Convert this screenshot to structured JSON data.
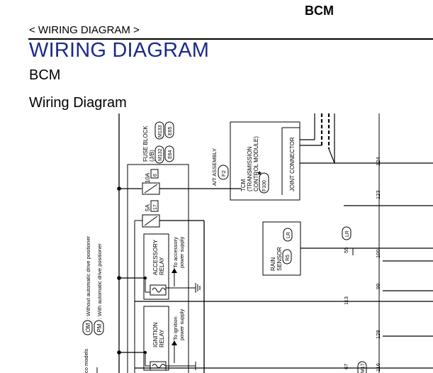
{
  "page": {
    "header_label": "BCM",
    "breadcrumb": "< WIRING DIAGRAM >",
    "title": "WIRING DIAGRAM",
    "section": "BCM",
    "subsection": "Wiring Diagram"
  },
  "diagram": {
    "fuse_block": {
      "label": "FUSE BLOCK",
      "sub": "(J/B)",
      "conn1": "M132",
      "conn2": "M133",
      "conn3": "E64",
      "conn4": "E65"
    },
    "fuse1": {
      "amp": "10A",
      "num": "6"
    },
    "fuse2": {
      "amp": "5A",
      "num": "17"
    },
    "accessory_relay": {
      "line1": "ACCESSORY",
      "line2": "RELAY",
      "note1": "To accessory",
      "note2": "power supply"
    },
    "ignition_relay": {
      "line1": "IGNITION",
      "line2": "RELAY",
      "note1": "To ignition",
      "note2": "power supply"
    },
    "at_assembly": {
      "label": "A/T ASSEMBLY",
      "conn": "F2"
    },
    "tcm": {
      "line1": "TCM",
      "line2": "(TRANSMISSION",
      "line3": "CONTROL MODULE)",
      "conn": "F100",
      "mark": "★"
    },
    "joint_connector": "JOINT CONNECTOR",
    "rain_sensor": {
      "line1": "RAIN",
      "line2": "SENSOR",
      "conn": "R5",
      "wire": "LR"
    },
    "bcm_pins": [
      "124",
      "123",
      "55",
      "100",
      "99",
      "113",
      "128",
      "67",
      "116"
    ],
    "harness_wire": "LR",
    "bottom_conn": "M17",
    "legend": {
      "om_tag": "OM",
      "om_text": ": Without automatic drive positioner",
      "pm_tag": "PM",
      "pm_text": ": With automatic drive positioner",
      "co_text": "co models"
    }
  }
}
